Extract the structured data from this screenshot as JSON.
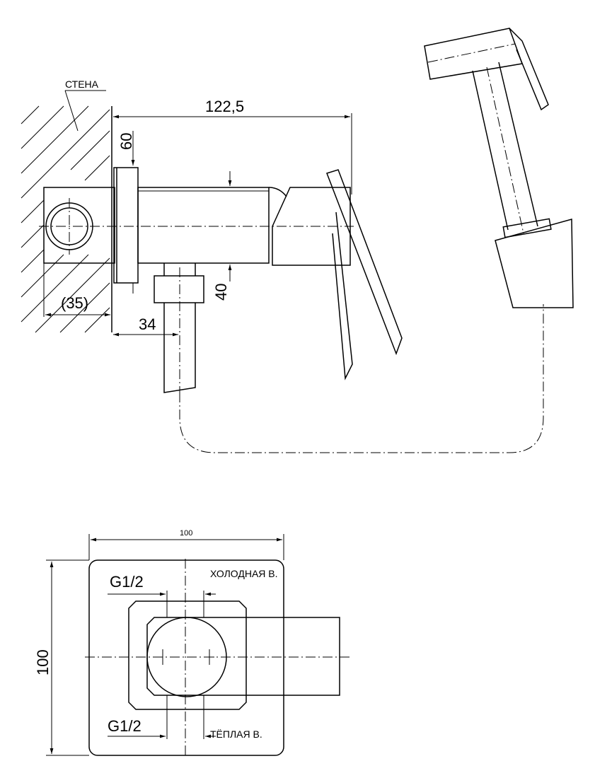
{
  "side_view": {
    "wall_label": "СТЕНА",
    "dim_overall": "122,5",
    "dim_top": "60",
    "dim_side": "40",
    "dim_depth": "(35)",
    "dim_outlet": "34"
  },
  "plan_view": {
    "dim_width": "100",
    "dim_height": "100",
    "thread_top": "G1/2",
    "thread_bottom": "G1/2",
    "cold_label": "ХОЛОДНАЯ В.",
    "warm_label": "ТЁПЛАЯ В."
  }
}
